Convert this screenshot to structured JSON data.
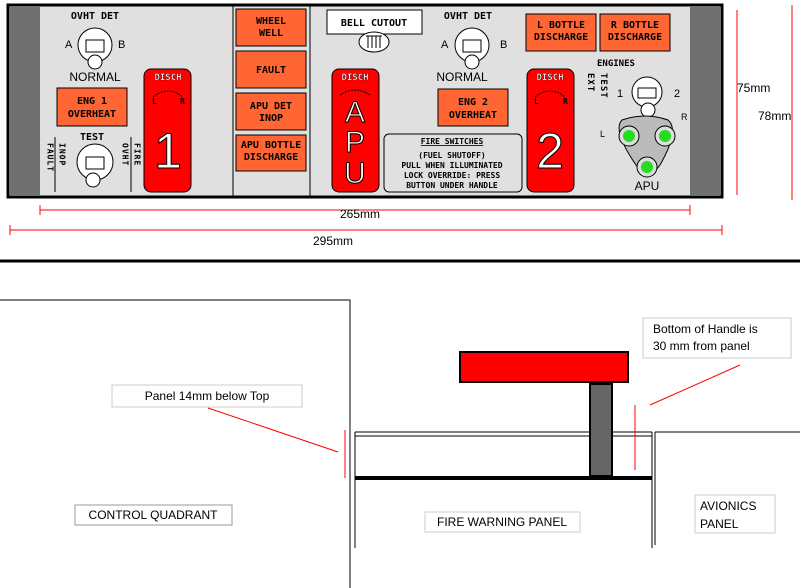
{
  "panel": {
    "ovht_det_left": {
      "title": "OVHT DET",
      "a": "A",
      "b": "B",
      "normal": "NORMAL"
    },
    "eng1_overheat": [
      "ENG 1",
      "OVERHEAT"
    ],
    "test_switch": {
      "title": "TEST",
      "left1": "FAULT",
      "left2": "INOP",
      "right1": "OVHT",
      "right2": "FIRE"
    },
    "handle1": {
      "disch": "DISCH",
      "l": "L",
      "r": "R",
      "label": "1"
    },
    "annunciators": [
      [
        "WHEEL",
        "WELL"
      ],
      [
        "FAULT"
      ],
      [
        "APU DET",
        "INOP"
      ],
      [
        "APU BOTTLE",
        "DISCHARGE"
      ]
    ],
    "bell_cutout": "BELL CUTOUT",
    "handle_apu": {
      "disch": "DISCH",
      "letters": [
        "A",
        "P",
        "U"
      ]
    },
    "ovht_det_right": {
      "title": "OVHT DET",
      "a": "A",
      "b": "B",
      "normal": "NORMAL"
    },
    "eng2_overheat": [
      "ENG 2",
      "OVERHEAT"
    ],
    "fire_switches": {
      "title": "FIRE SWITCHES",
      "lines": [
        "(FUEL SHUTOFF)",
        "PULL WHEN ILLUMINATED",
        "LOCK OVERRIDE: PRESS",
        "BUTTON UNDER HANDLE"
      ]
    },
    "handle2": {
      "disch": "DISCH",
      "l": "L",
      "r": "R",
      "label": "2"
    },
    "l_bottle": [
      "L BOTTLE",
      "DISCHARGE"
    ],
    "r_bottle": [
      "R BOTTLE",
      "DISCHARGE"
    ],
    "ext_test": {
      "engines": "ENGINES",
      "ext": "EXT",
      "test": "TEST",
      "one": "1",
      "two": "2",
      "l": "L",
      "r": "R",
      "apu": "APU"
    }
  },
  "dimensions": {
    "inner_width": "265mm",
    "outer_width": "295mm",
    "inner_height": "75mm",
    "outer_height": "78mm"
  },
  "side_view": {
    "panel_note": "Panel 14mm below Top",
    "handle_note": [
      "Bottom of Handle is",
      "30 mm from panel"
    ],
    "control_quadrant": "CONTROL QUADRANT",
    "fire_warning_panel": "FIRE WARNING PANEL",
    "avionics_panel": [
      "AVIONICS",
      "PANEL"
    ]
  },
  "colors": {
    "orange": "#ff6633",
    "red": "#ff0000",
    "green": "#22dd22",
    "panel": "#e0e0e0",
    "strip": "#707070",
    "dim": "#ff0000"
  }
}
